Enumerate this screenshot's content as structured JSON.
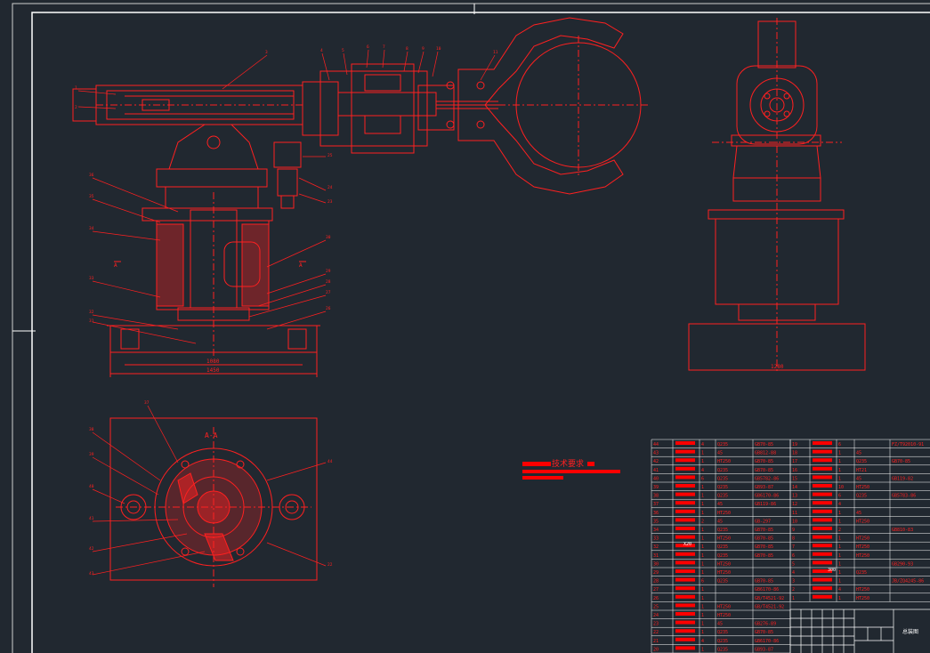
{
  "colors": {
    "background": "#212830",
    "line": "#ff2020",
    "frame": "#ffffff",
    "redact": "#ff0000"
  },
  "views": {
    "section_label": "A-A",
    "section_mark": "A",
    "dim_base_inner": "1080",
    "dim_base_outer": "1450",
    "dim_side_width": "1280"
  },
  "tech_req_title": "技术要求",
  "bom": {
    "left_rows": [
      {
        "no": "44",
        "qty": "4",
        "mat": "Q235",
        "std": "GB70-85"
      },
      {
        "no": "43",
        "qty": "1",
        "mat": "45",
        "std": "GB812-88"
      },
      {
        "no": "42",
        "qty": "1",
        "mat": "HT250",
        "std": "GB70-85"
      },
      {
        "no": "41",
        "qty": "4",
        "mat": "Q235",
        "std": "GB70-85"
      },
      {
        "no": "40",
        "qty": "6",
        "mat": "Q235",
        "std": "GB5782-86"
      },
      {
        "no": "39",
        "qty": "1",
        "mat": "Q235",
        "std": "GB93-87"
      },
      {
        "no": "38",
        "qty": "1",
        "mat": "Q235",
        "std": "GB6170-86"
      },
      {
        "no": "37",
        "qty": "1",
        "mat": "45",
        "std": "GB119-86"
      },
      {
        "no": "36",
        "qty": "1",
        "mat": "HT250",
        "std": ""
      },
      {
        "no": "35",
        "qty": "2",
        "mat": "45",
        "std": "GB-297"
      },
      {
        "no": "34",
        "qty": "1",
        "mat": "Q235",
        "std": "GB70-85"
      },
      {
        "no": "33",
        "qty": "1",
        "mat": "HT250",
        "std": "GB70-85"
      },
      {
        "no": "32",
        "qty": "1",
        "mat": "Q235",
        "std": "GB70-85"
      },
      {
        "no": "31",
        "qty": "1",
        "mat": "Q235",
        "std": "GB70-85"
      },
      {
        "no": "30",
        "qty": "1",
        "mat": "HT250",
        "std": ""
      },
      {
        "no": "29",
        "qty": "1",
        "mat": "HT250",
        "std": ""
      },
      {
        "no": "28",
        "qty": "6",
        "mat": "Q235",
        "std": "GB70-85"
      },
      {
        "no": "27",
        "qty": "1",
        "mat": "",
        "std": "GB6170-86"
      },
      {
        "no": "26",
        "qty": "1",
        "mat": "",
        "std": "GB/T4521-92"
      },
      {
        "no": "25",
        "qty": "1",
        "mat": "HT250",
        "std": "GB/T4521-92"
      },
      {
        "no": "24",
        "qty": "1",
        "mat": "HT250",
        "std": ""
      },
      {
        "no": "23",
        "qty": "1",
        "mat": "45",
        "std": "GB276-89"
      },
      {
        "no": "22",
        "qty": "1",
        "mat": "Q235",
        "std": "GB70-85"
      },
      {
        "no": "21",
        "qty": "4",
        "mat": "Q235",
        "std": "GB6170-86"
      },
      {
        "no": "20",
        "qty": "1",
        "mat": "Q235",
        "std": "GB93-87"
      }
    ],
    "right_rows": [
      {
        "no": "19",
        "qty": "6",
        "mat": "",
        "std": "FZ/T92010-91"
      },
      {
        "no": "18",
        "qty": "1",
        "mat": "45",
        "std": ""
      },
      {
        "no": "17",
        "qty": "1",
        "mat": "Q235",
        "std": "GB70-85"
      },
      {
        "no": "16",
        "qty": "1",
        "mat": "HT21",
        "std": ""
      },
      {
        "no": "15",
        "qty": "1",
        "mat": "45",
        "std": "GB119-82"
      },
      {
        "no": "14",
        "qty": "10",
        "mat": "HT250",
        "std": ""
      },
      {
        "no": "13",
        "qty": "6",
        "mat": "Q235",
        "std": "GB5783-86"
      },
      {
        "no": "12",
        "qty": "4",
        "mat": "",
        "std": ""
      },
      {
        "no": "11",
        "qty": "1",
        "mat": "45",
        "std": ""
      },
      {
        "no": "10",
        "qty": "1",
        "mat": "HT250",
        "std": ""
      },
      {
        "no": "9",
        "qty": "2",
        "mat": "",
        "std": "GB810-83"
      },
      {
        "no": "8",
        "qty": "1",
        "mat": "HT250",
        "std": ""
      },
      {
        "no": "7",
        "qty": "1",
        "mat": "HT250",
        "std": ""
      },
      {
        "no": "6",
        "qty": "1",
        "mat": "HT250",
        "std": ""
      },
      {
        "no": "5",
        "qty": "1",
        "mat": "",
        "std": "GB290-93"
      },
      {
        "no": "4",
        "qty": "1",
        "mat": "Q235",
        "std": ""
      },
      {
        "no": "3",
        "qty": "1",
        "mat": "",
        "std": "JB/ZQ4245-86"
      },
      {
        "no": "2",
        "qty": "4",
        "mat": "HT250",
        "std": ""
      },
      {
        "no": "1",
        "qty": "1",
        "mat": "HT250",
        "std": ""
      }
    ],
    "white_labels": [
      "X20",
      "300"
    ]
  },
  "title_block": {
    "name": "总装图"
  }
}
